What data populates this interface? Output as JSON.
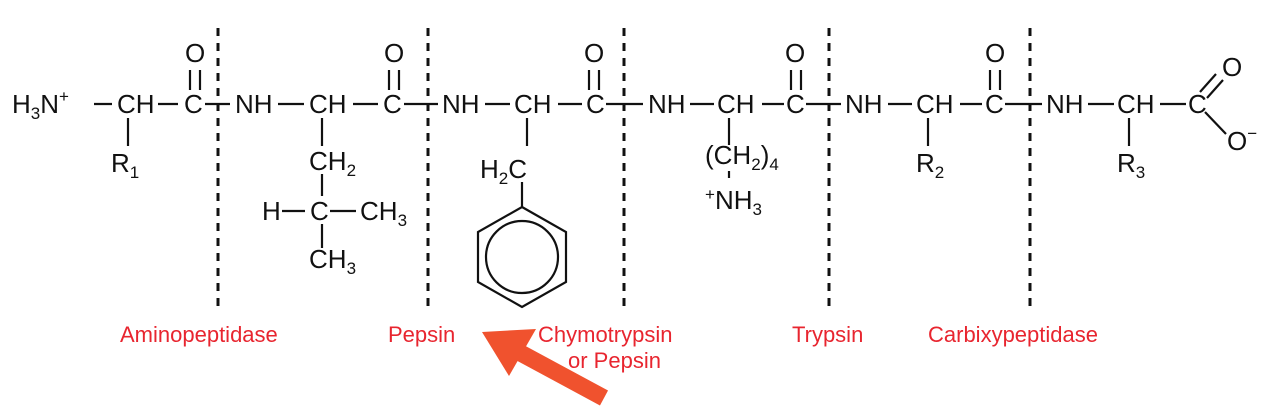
{
  "colors": {
    "enzyme": "#e8252f",
    "arrow": "#f0522e",
    "ink": "#111111"
  },
  "terminal": {
    "n_terminus": {
      "main": "H",
      "sub": "3",
      "rest": "N",
      "sup": "+"
    },
    "carboxylate_o": "O",
    "carboxylate_minus": "−"
  },
  "atoms": {
    "o": "O",
    "ch": "CH",
    "c": "C",
    "nh": "NH",
    "h": "H"
  },
  "side_chains": {
    "r1": {
      "main": "R",
      "sub": "1"
    },
    "leucine": {
      "ch2": {
        "main": "CH",
        "sub": "2"
      },
      "ch3_right": {
        "main": "CH",
        "sub": "3"
      },
      "ch3_bottom": {
        "main": "CH",
        "sub": "3"
      }
    },
    "phenylalanine": {
      "h2c": {
        "pre": "H",
        "sub": "2",
        "main": "C"
      }
    },
    "lysine": {
      "ch2_4": {
        "pre": "(CH",
        "sub": "2",
        "post": ")",
        "sub2": "4"
      },
      "nh3": {
        "sup": "+",
        "main": "NH",
        "sub": "3"
      }
    },
    "r2": {
      "main": "R",
      "sub": "2"
    },
    "r3": {
      "main": "R",
      "sub": "3"
    }
  },
  "enzymes": [
    {
      "label": "Aminopeptidase"
    },
    {
      "label": "Pepsin"
    },
    {
      "label": "Chymotrypsin",
      "label2": "or Pepsin"
    },
    {
      "label": "Trypsin"
    },
    {
      "label": "Carbixypeptidase"
    }
  ],
  "highlight": {
    "target": "Pepsin",
    "icon": "arrow-icon"
  }
}
